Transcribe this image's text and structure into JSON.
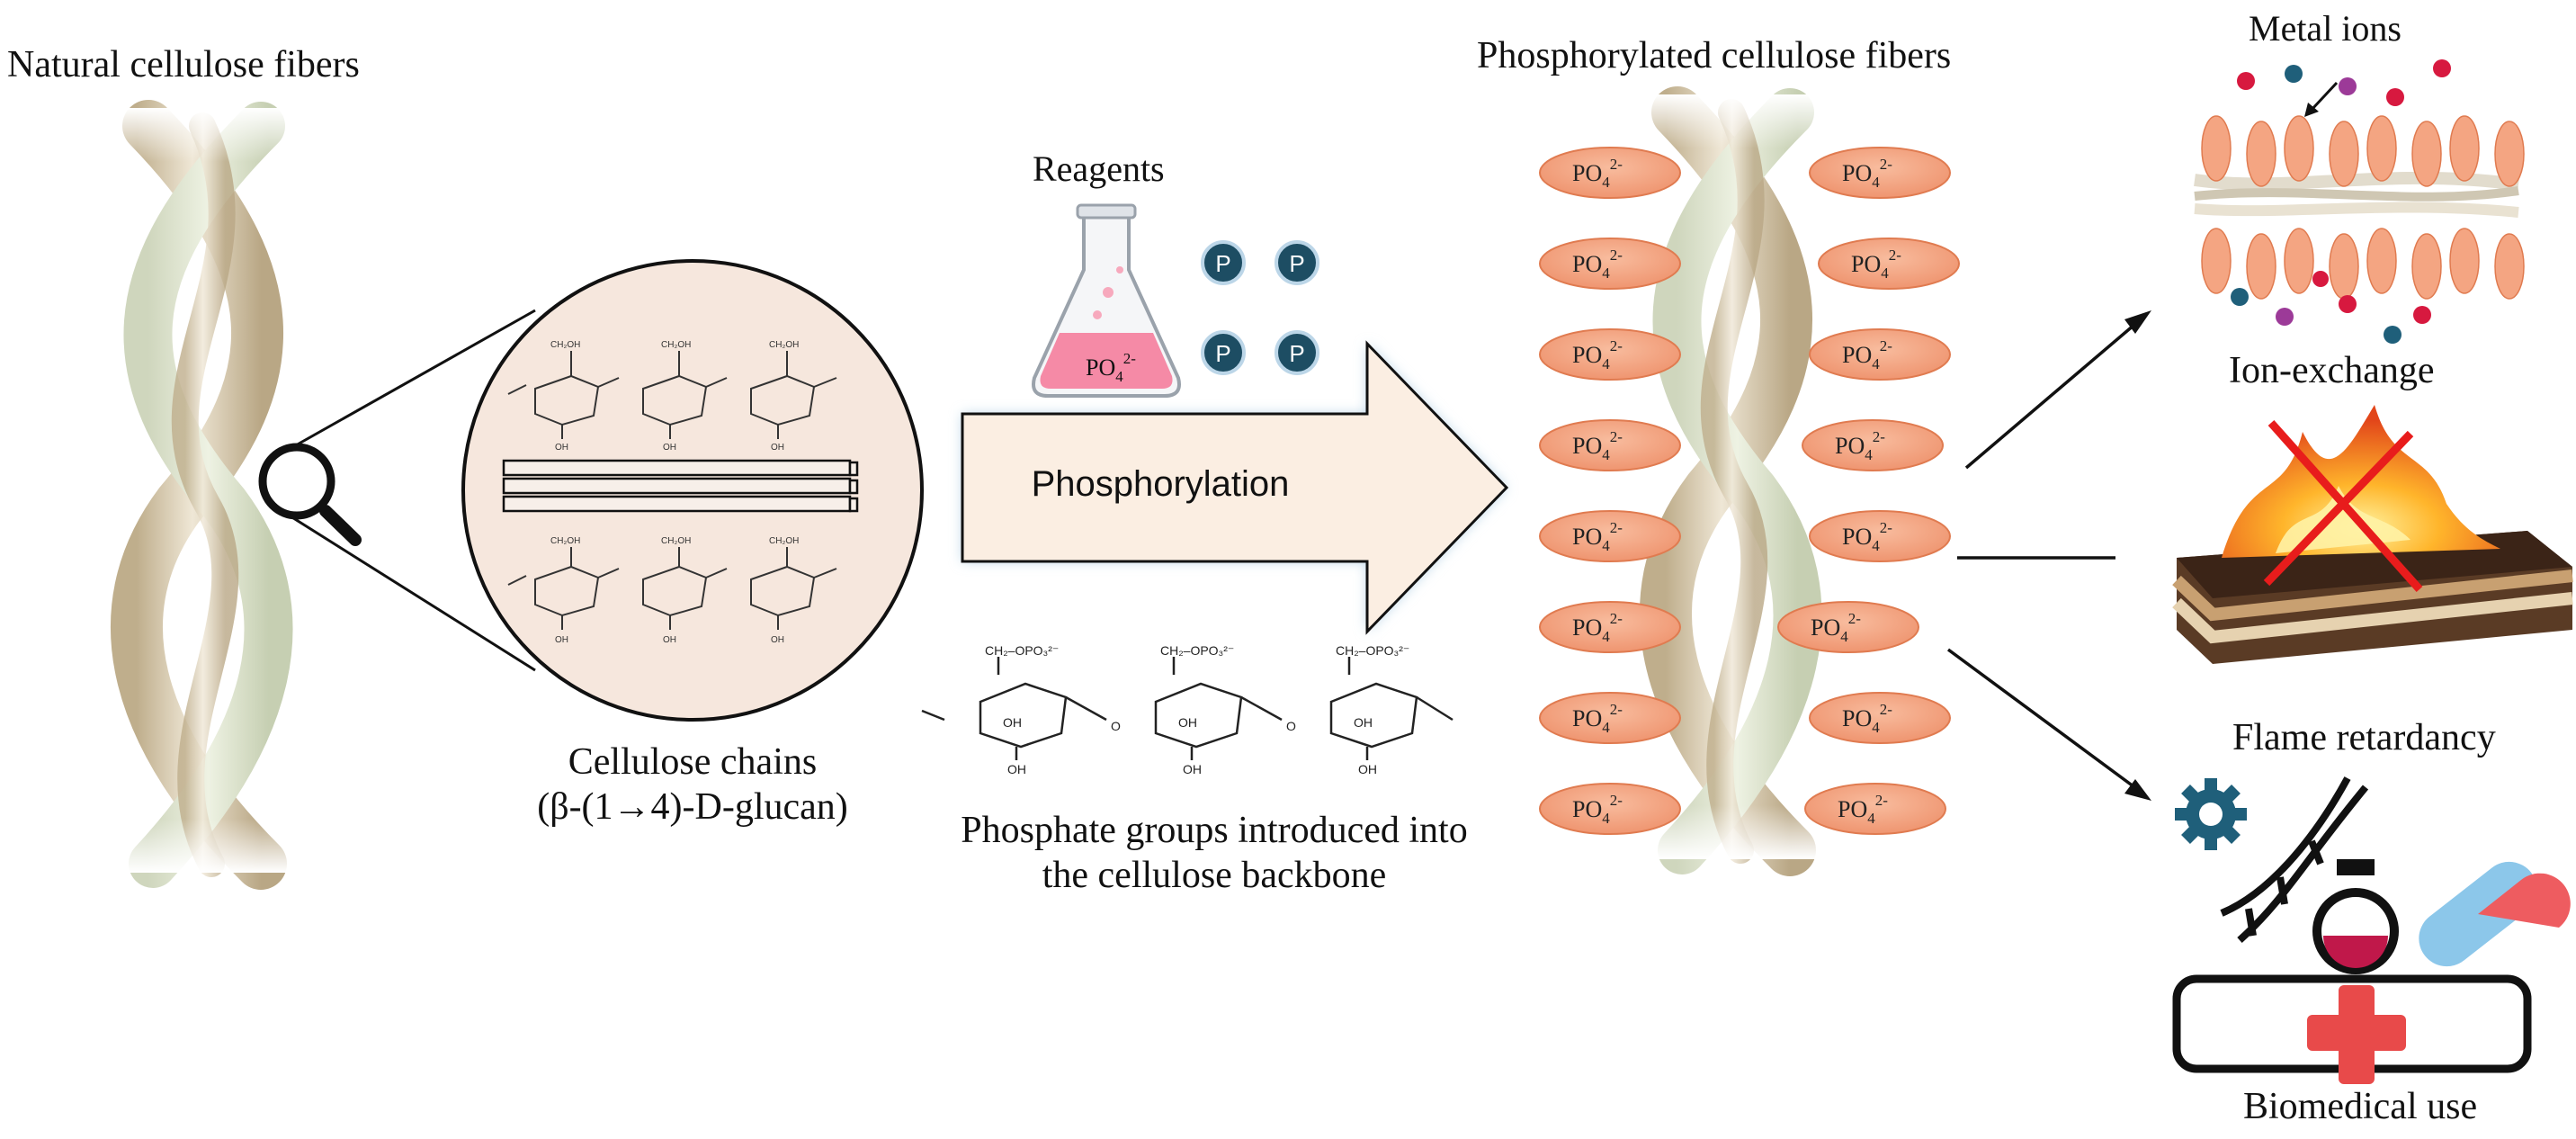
{
  "labels": {
    "natural_fibers": "Natural cellulose fibers",
    "cellulose_chains_line1": "Cellulose chains",
    "cellulose_chains_line2": "(β-(1→4)-D-glucan)",
    "reagents": "Reagents",
    "phosphorylation": "Phosphorylation",
    "phosphate_intro_line1": "Phosphate groups introduced into",
    "phosphate_intro_line2": "the cellulose backbone",
    "phosphorylated_fibers": "Phosphorylated cellulose fibers",
    "metal_ions": "Metal ions",
    "ion_exchange": "Ion-exchange",
    "flame_retardancy": "Flame retardancy",
    "biomedical_use": "Biomedical use"
  },
  "reagent": {
    "flask_formula": "PO",
    "flask_sub": "4",
    "flask_sup": "2-",
    "p_symbol": "P"
  },
  "phosphate_ovals": {
    "formula": "PO",
    "sub": "4",
    "sup": "2-",
    "count": 16
  },
  "chemistry": {
    "ch2oh": "CH₂OH",
    "oh": "OH",
    "o": "O",
    "ch2opo3": "CH₂–OPO₃²⁻"
  },
  "colors": {
    "fiber_light": "#e9e1cf",
    "fiber_dark": "#c9b99a",
    "fiber_green": "#dfe6cf",
    "oval_fill": "#f4a582",
    "oval_stroke": "#e07b50",
    "arrow_fill": "#fbeee2",
    "arrow_glow": "#bcd6e8",
    "circle_fill": "#f6e7dd",
    "p_badge": "#1d4d63",
    "flask_liquid": "#f58aa6",
    "ion_red": "#d7193f",
    "ion_blue": "#1f5f7a",
    "ion_purple": "#9c3a98",
    "cross_red": "#e81c1c",
    "medical_red": "#e84a4a",
    "pill_blue": "#8cc7ea"
  }
}
